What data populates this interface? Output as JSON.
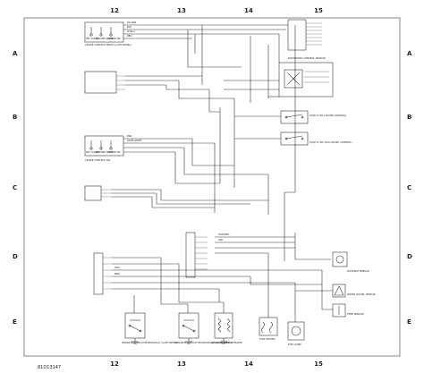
{
  "grid": {
    "columns": [
      "12",
      "13",
      "14",
      "15"
    ],
    "rows": [
      "A",
      "B",
      "C",
      "D",
      "E"
    ]
  },
  "figure_id": "81D13147",
  "left_blocks": [
    {
      "label": "CRUISE CONTROL SERVO (LATE DIESEL)",
      "buttons": [
        "SET COAST",
        "RESUME ACCEL",
        "CRUISE ON"
      ]
    },
    {
      "label": "CRUISE CONTROL SW",
      "buttons": [
        "SET COAST",
        "RESUME ACCEL",
        "CRUISE ON"
      ]
    }
  ],
  "relays": [
    {
      "label": "INTAKE MANIFOLD HEATER RELAY (LATE DIESEL)"
    },
    {
      "label": "INTAKE MANIFOLD HEATER RELAY (EARLY DIESEL)"
    },
    {
      "label": "INTAKE MANIFOLD HEATER"
    }
  ],
  "bottom_right": [
    {
      "label": "FUEL HEATER"
    },
    {
      "label": "FUEL PUMP"
    }
  ],
  "right_blocks": [
    {
      "label": "ELECTRONIC CONTROL MODULE"
    },
    {
      "label": "STOP LT SW (CRUISE CONTROL)"
    },
    {
      "label": "STOP LT SW (W/O CRUISE CONTROL)"
    }
  ],
  "sensors": [
    {
      "label": "DISTANCE SENSOR"
    },
    {
      "label": "WATER-IN-FUEL SENSOR"
    },
    {
      "label": "TEMP SENSOR"
    }
  ],
  "wire_labels": [
    "DK GRN",
    "BLK",
    "LT BLU",
    "RED",
    "PNK",
    "DK BLU/WHT",
    "WHT/RED",
    "GRY",
    "ORG",
    "BRN"
  ]
}
